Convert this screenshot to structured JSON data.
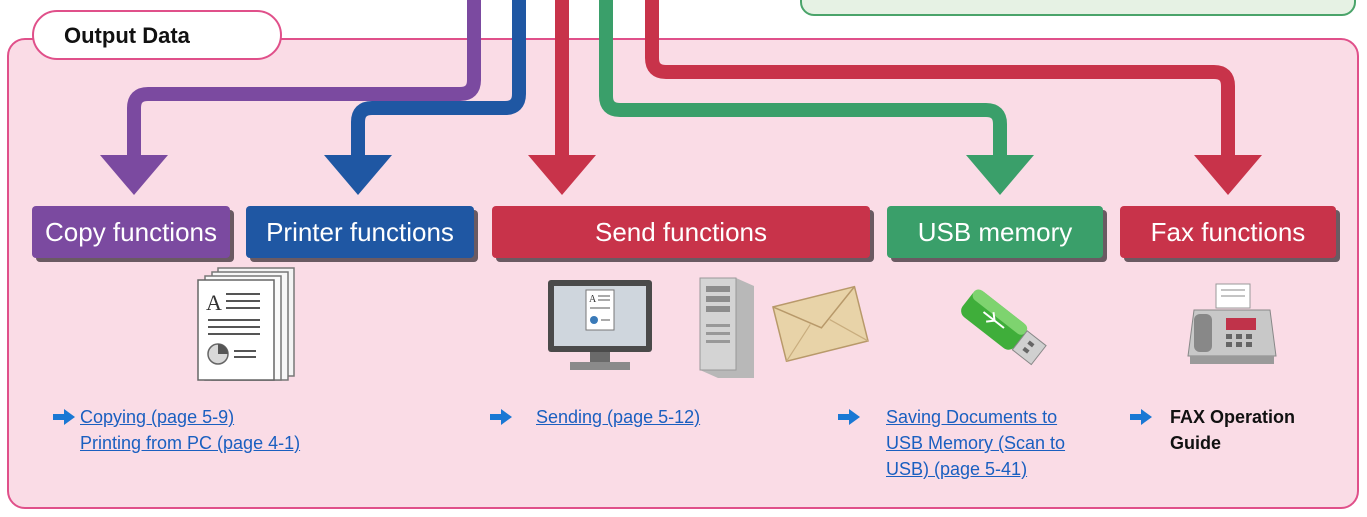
{
  "title": "Output Data",
  "functions": {
    "copy": "Copy functions",
    "printer": "Printer functions",
    "send": "Send functions",
    "usb": "USB memory",
    "fax": "Fax functions"
  },
  "links": {
    "copying": "Copying (page 5-9)",
    "printing": "Printing from PC (page 4-1)",
    "sending": "Sending (page 5-12)",
    "usb_line1": "Saving Documents to",
    "usb_line2": "USB Memory (Scan to",
    "usb_line3": "USB) (page 5-41)"
  },
  "fax_guide_line1": "FAX Operation",
  "fax_guide_line2": "Guide",
  "colors": {
    "purple": "#7b4aa0",
    "blue": "#1f57a3",
    "red": "#c8334a",
    "green": "#3a9f6a",
    "panel_bg": "#fadce6",
    "panel_border": "#e0508a",
    "link": "#1a5fc0",
    "bullet": "#1a78d4"
  },
  "icons": [
    "document-stack-icon",
    "monitor-icon",
    "server-tower-icon",
    "envelope-icon",
    "usb-drive-icon",
    "fax-machine-icon",
    "arrow-bullet-icon"
  ]
}
